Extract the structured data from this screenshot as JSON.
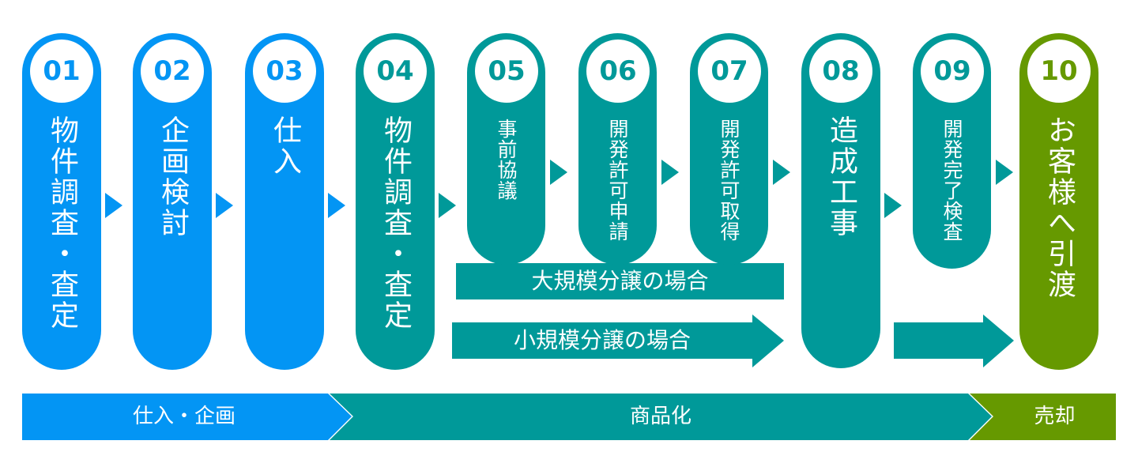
{
  "steps": [
    {
      "num": "01",
      "label": "物件調査・査定"
    },
    {
      "num": "02",
      "label": "企画検討"
    },
    {
      "num": "03",
      "label": "仕入"
    },
    {
      "num": "04",
      "label": "物件調査・査定"
    },
    {
      "num": "05",
      "label": "事前協議"
    },
    {
      "num": "06",
      "label": "開発許可申請"
    },
    {
      "num": "07",
      "label": "開発許可取得"
    },
    {
      "num": "08",
      "label": "造成工事"
    },
    {
      "num": "09",
      "label": "開発完了検査"
    },
    {
      "num": "10",
      "label": "お客様へ引渡"
    }
  ],
  "branches": {
    "large": "大規模分譲の場合",
    "small": "小規模分譲の場合"
  },
  "phases": [
    "仕入・企画",
    "商品化",
    "売却"
  ],
  "colors": {
    "blue": "#0395f4",
    "teal": "#009999",
    "green": "#669900"
  }
}
